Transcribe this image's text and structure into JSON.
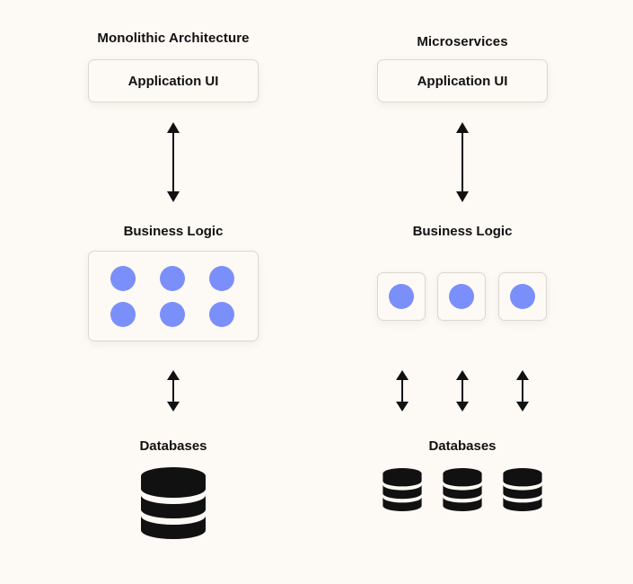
{
  "monolithic": {
    "title": "Monolithic Architecture",
    "ui_label": "Application UI",
    "logic_label": "Business Logic",
    "db_label": "Databases",
    "logic_dot_count": 6,
    "database_count": 1
  },
  "microservices": {
    "title": "Microservices",
    "ui_label": "Application UI",
    "logic_label": "Business Logic",
    "db_label": "Databases",
    "service_count": 3,
    "database_count": 3
  },
  "colors": {
    "background": "#fdf9f4",
    "dot": "#7b8ffb",
    "box_border": "#dcd7d0",
    "ink": "#111111"
  },
  "icons": {
    "arrow": "double-headed-arrow-icon",
    "database": "database-icon"
  }
}
